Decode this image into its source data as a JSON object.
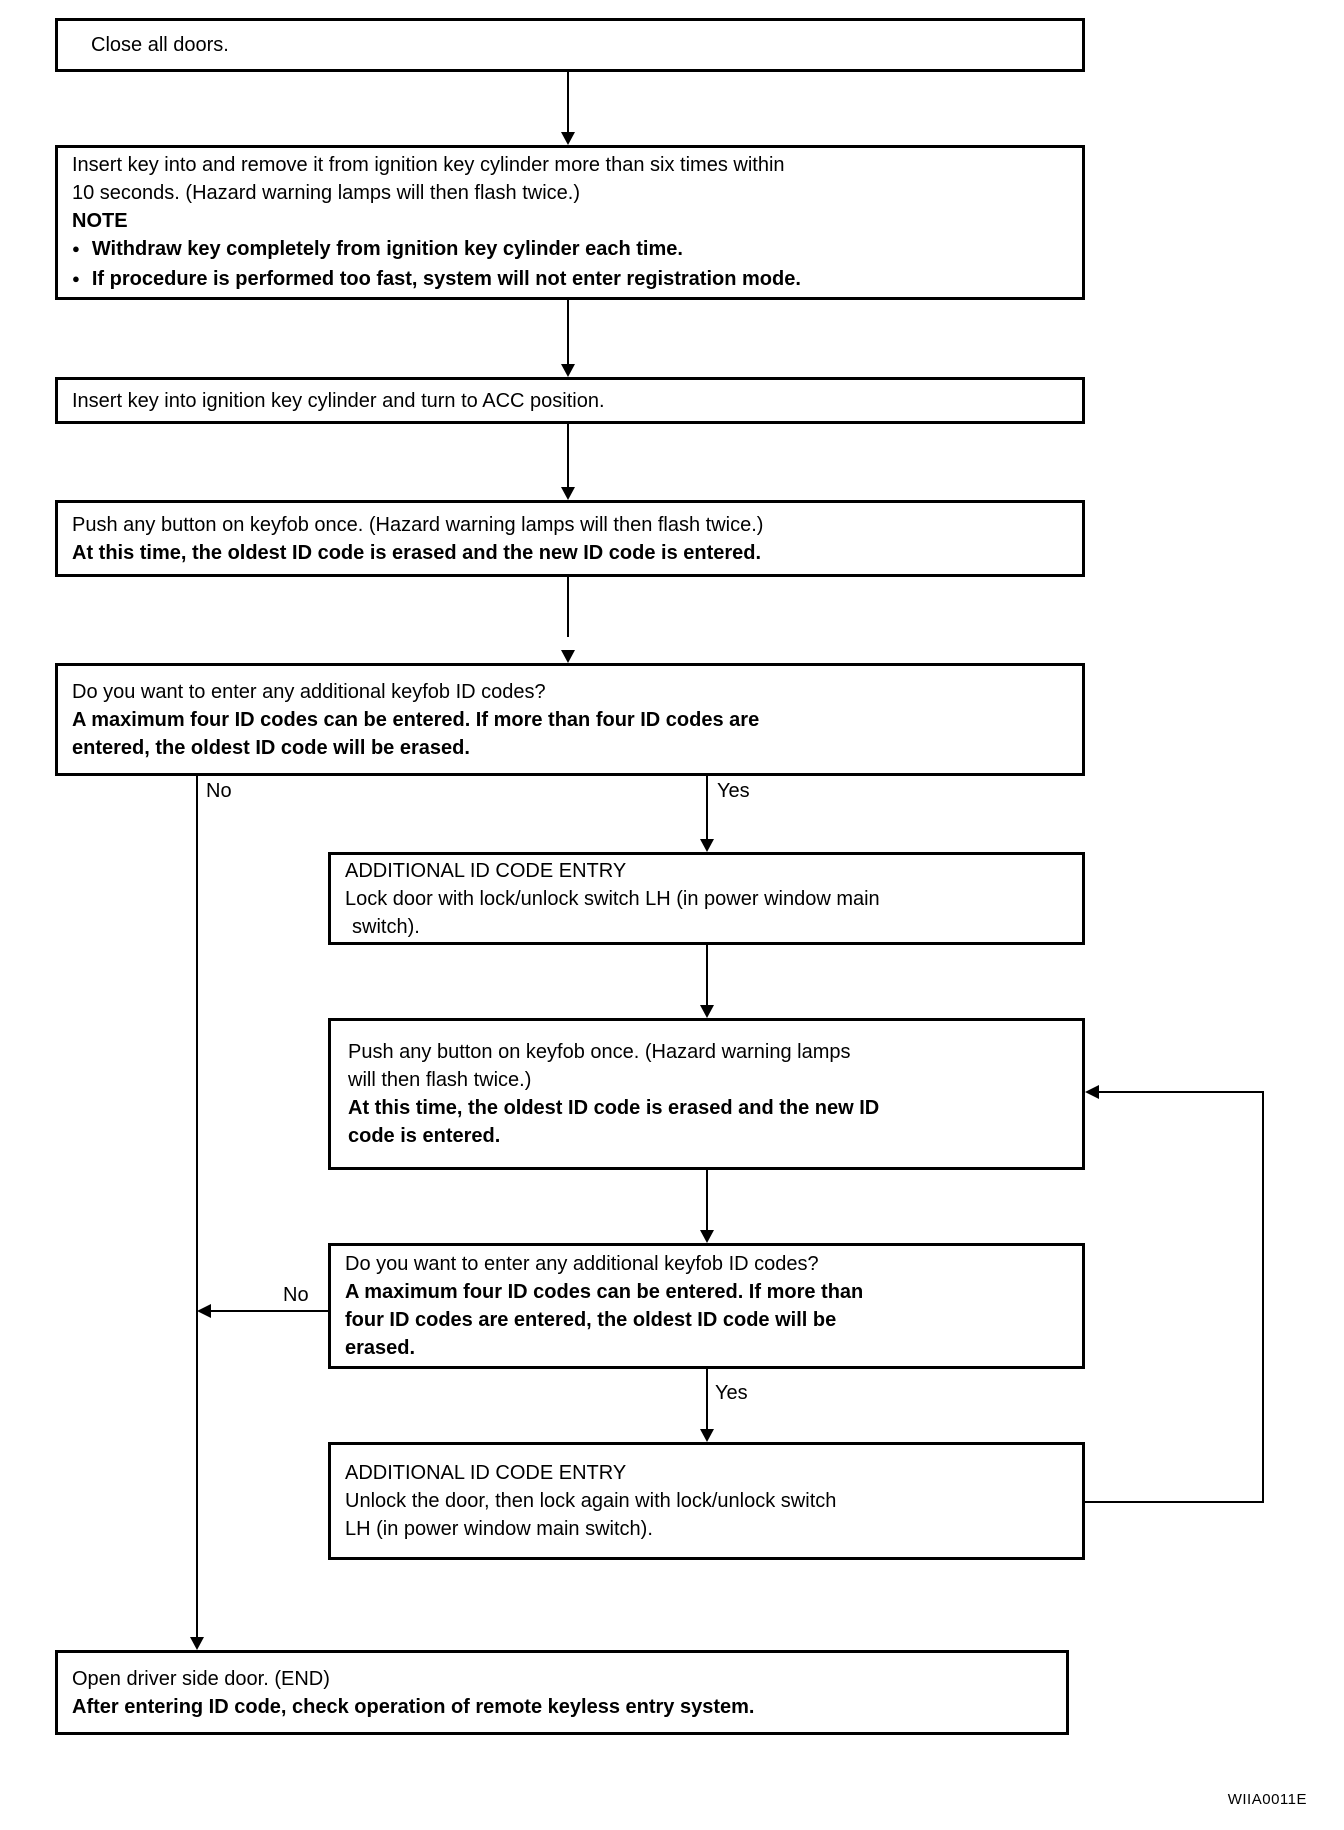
{
  "figure_code": "WIIA0011E",
  "glyphs": {
    "bullet": "●"
  },
  "branch_labels": {
    "decision1_no": "No",
    "decision1_yes": "Yes",
    "decision2_no": "No",
    "decision2_yes": "Yes"
  },
  "boxes": {
    "step1": {
      "line1": "Close all doors."
    },
    "step2": {
      "line1": "Insert key into and remove it from ignition key cylinder more than six times within",
      "line2": "10 seconds. (Hazard warning lamps will then flash twice.)",
      "note_heading": "NOTE",
      "note1": "Withdraw key completely from ignition key cylinder each time.",
      "note2": "If procedure is performed too fast, system will not enter registration mode."
    },
    "step3": {
      "line1": "Insert key into ignition key cylinder and turn to ACC position."
    },
    "step4": {
      "line1": "Push any button on keyfob once. (Hazard warning lamps will then flash twice.)",
      "line2": "At this time, the oldest ID code is erased and the new ID code is entered."
    },
    "decision1": {
      "line1": "Do you want to enter any additional keyfob ID codes?",
      "line2": "A maximum four ID codes can be entered. If more than four ID codes are",
      "line3": "entered, the oldest ID code will be erased."
    },
    "entry1": {
      "title": "ADDITIONAL ID CODE ENTRY",
      "line2": "Lock door with lock/unlock switch LH (in power window main",
      "line3": "switch)."
    },
    "step5": {
      "line1": "Push any button on keyfob once. (Hazard warning lamps",
      "line2": "will then flash twice.)",
      "line3": "At this time, the oldest ID code is erased and the new ID",
      "line4": "code is entered."
    },
    "decision2": {
      "line1": "Do you want to enter any additional keyfob ID codes?",
      "line2": "A maximum four ID codes can be entered. If more than",
      "line3": "four ID codes are entered, the oldest ID code will be",
      "line4": "erased."
    },
    "entry2": {
      "title": "ADDITIONAL ID CODE ENTRY",
      "line2": "Unlock the door, then lock again with lock/unlock switch",
      "line3": "LH (in power window main switch)."
    },
    "end": {
      "line1": "Open driver side door. (END)",
      "line2": "After entering ID code, check operation of remote keyless entry system."
    }
  }
}
